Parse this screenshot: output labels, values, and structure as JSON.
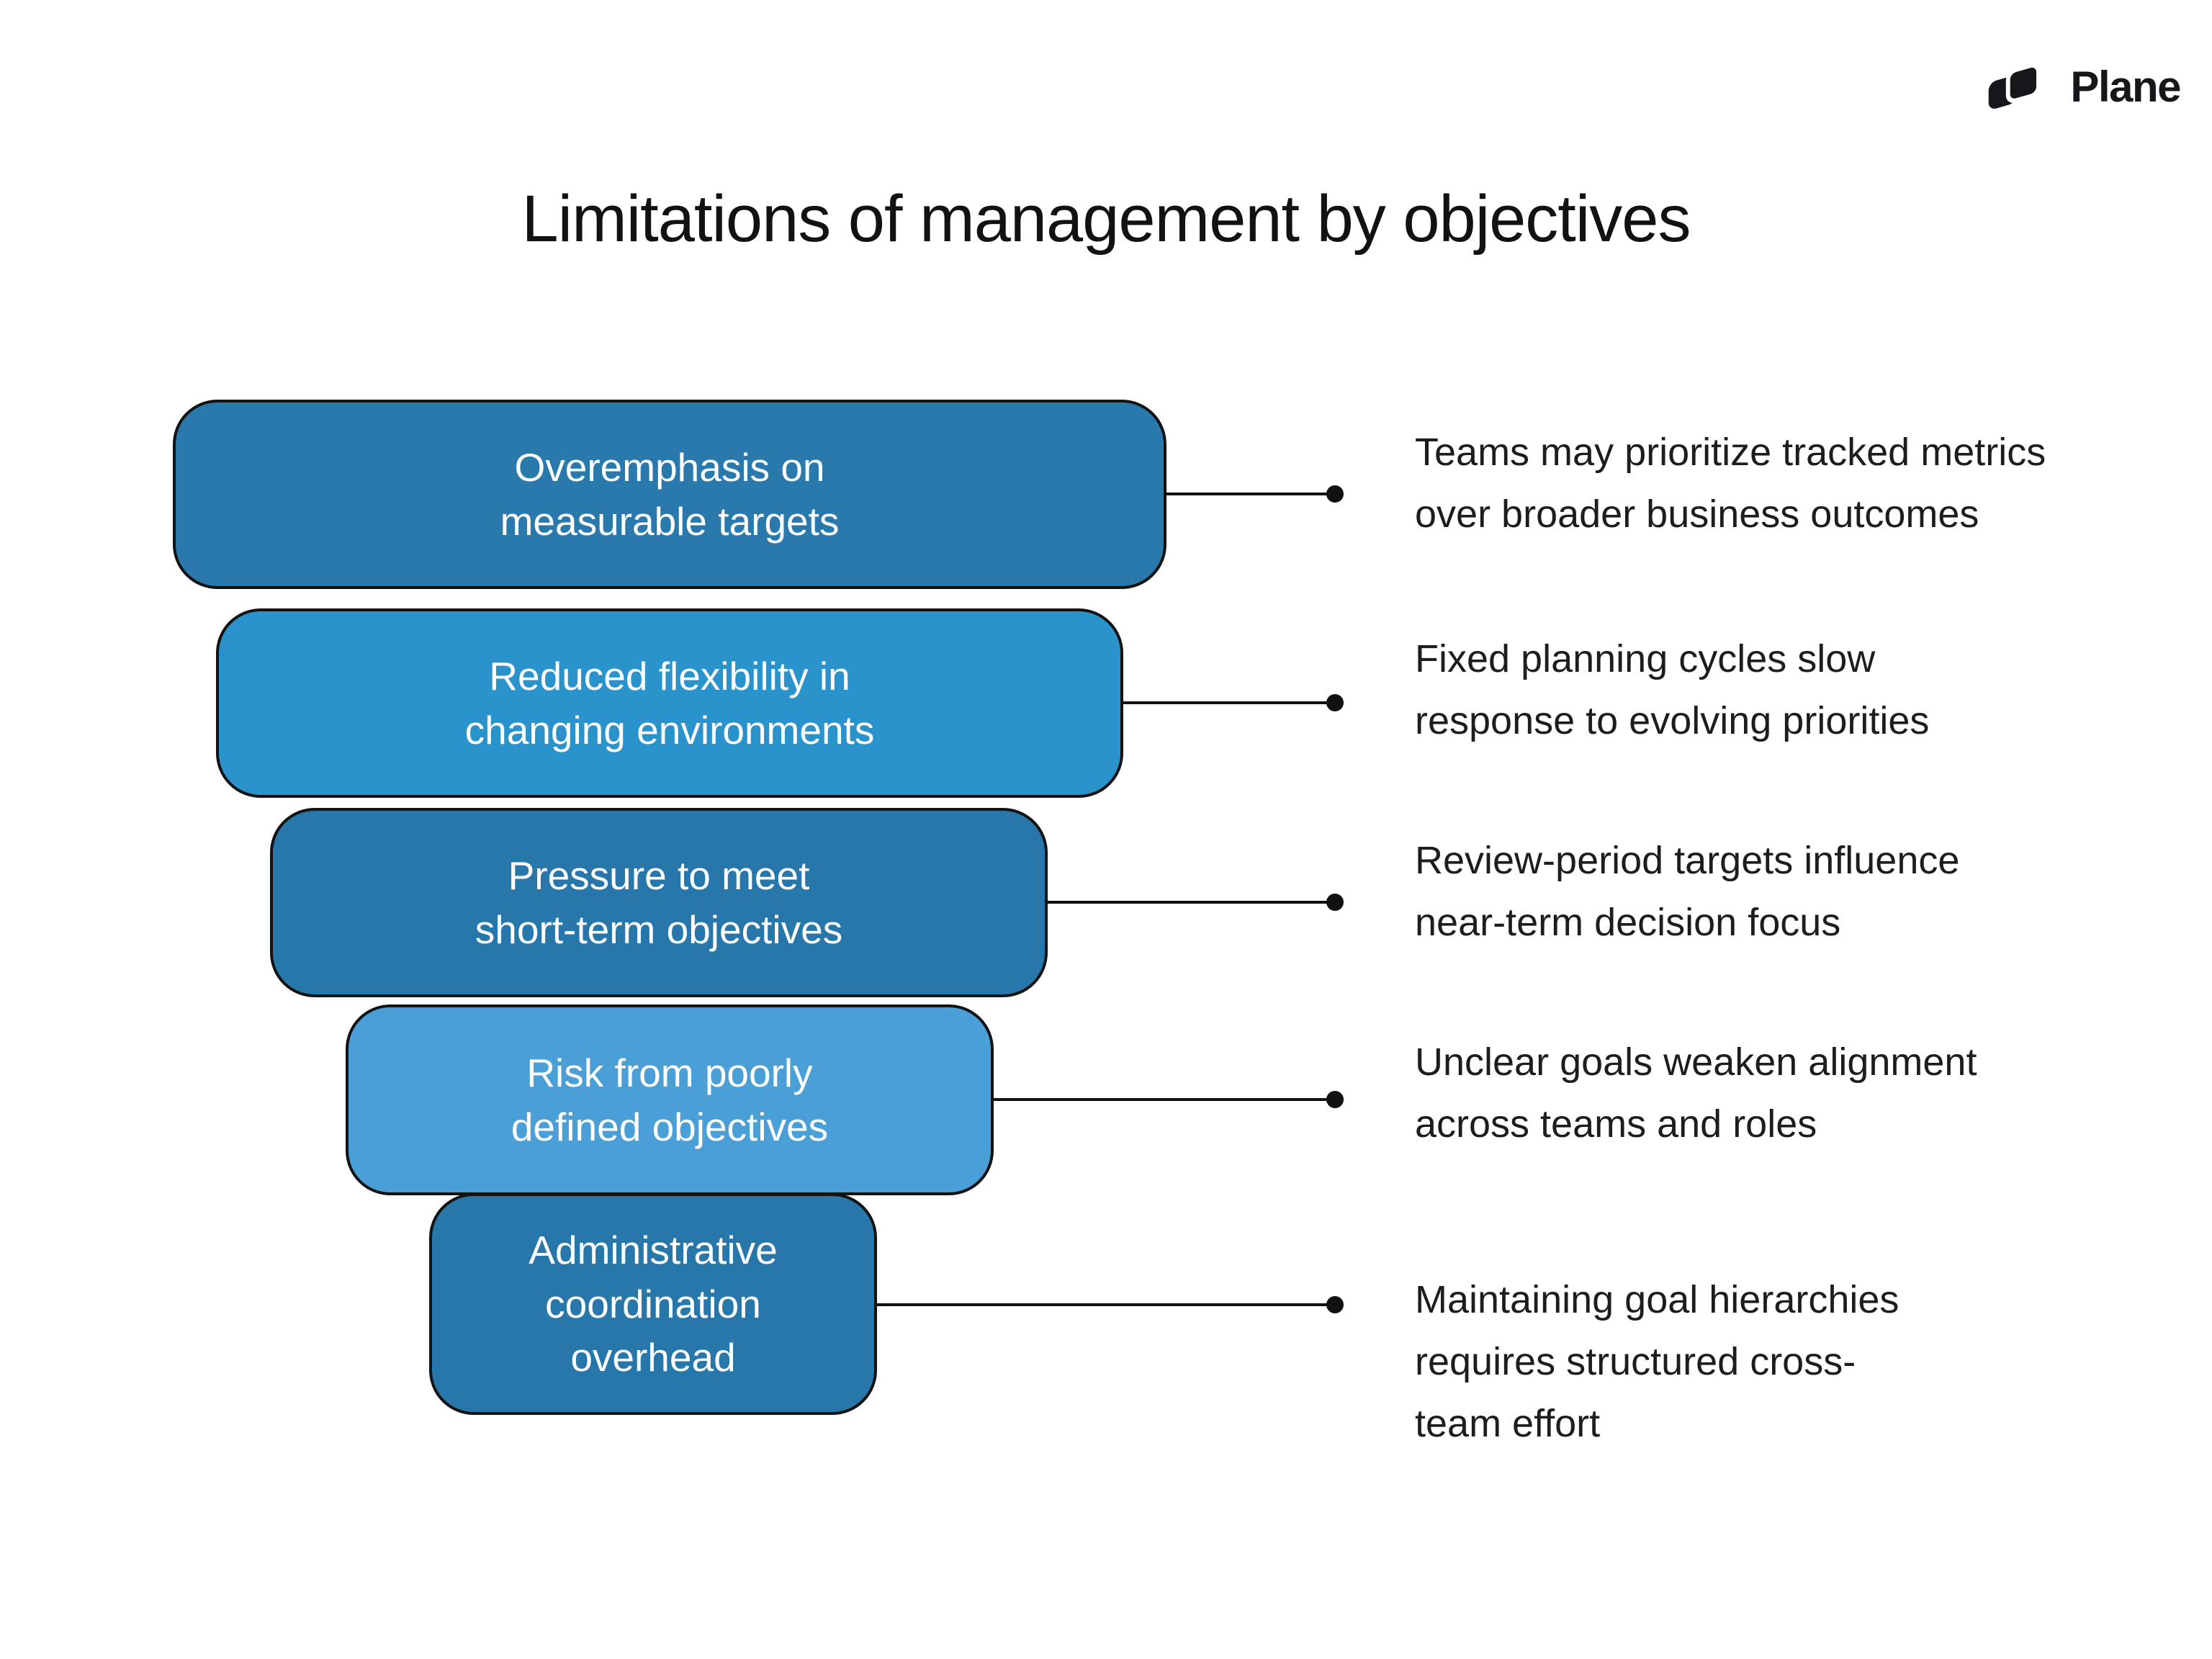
{
  "brand": {
    "logo_text": "Plane"
  },
  "title": "Limitations of management by objectives",
  "colors": {
    "background": "#ffffff",
    "title_text": "#121212",
    "box_text": "#ffffff",
    "box_border": "#131313",
    "connector": "#111111",
    "description_text": "#1d1d1f",
    "logo": "#17171b"
  },
  "funnel": {
    "stages": [
      {
        "label": "Overemphasis on\nmeasurable targets",
        "description": "Teams may prioritize tracked metrics\nover broader business outcomes",
        "color": "#2979ad"
      },
      {
        "label": "Reduced flexibility in\nchanging environments",
        "description": "Fixed planning cycles slow\nresponse to evolving priorities",
        "color": "#2b93cc"
      },
      {
        "label": "Pressure to meet\nshort-term objectives",
        "description": "Review-period targets influence\nnear-term decision focus",
        "color": "#2777ab"
      },
      {
        "label": "Risk from poorly\ndefined objectives",
        "description": "Unclear goals weaken alignment\nacross teams and roles",
        "color": "#4aa0d6"
      },
      {
        "label": "Administrative\ncoordination\noverhead",
        "description": "Maintaining goal hierarchies\nrequires structured cross-\nteam effort",
        "color": "#2777ab"
      }
    ]
  }
}
